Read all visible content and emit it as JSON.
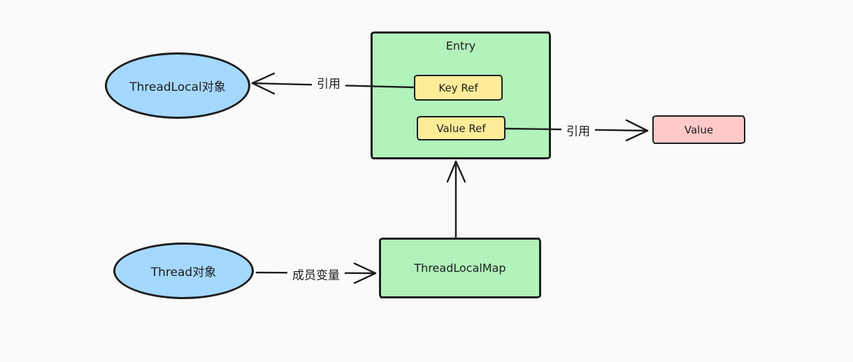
{
  "diagram": {
    "background_color": "#fafafa",
    "stroke_color": "#1e1e1e",
    "nodes": {
      "threadlocal_object": {
        "label": "ThreadLocal对象",
        "shape": "ellipse",
        "fill": "#a5d8ff"
      },
      "thread_object": {
        "label": "Thread对象",
        "shape": "ellipse",
        "fill": "#a5d8ff"
      },
      "entry": {
        "label": "Entry",
        "shape": "rectangle",
        "fill": "#b2f2bb"
      },
      "key_ref": {
        "label": "Key Ref",
        "shape": "rectangle",
        "fill": "#ffec99"
      },
      "value_ref": {
        "label": "Value Ref",
        "shape": "rectangle",
        "fill": "#ffec99"
      },
      "value": {
        "label": "Value",
        "shape": "rectangle",
        "fill": "#ffc9c9"
      },
      "threadlocalmap": {
        "label": "ThreadLocalMap",
        "shape": "rectangle",
        "fill": "#b2f2bb"
      }
    },
    "edges": [
      {
        "from": "key_ref",
        "to": "threadlocal_object",
        "label": "引用"
      },
      {
        "from": "value_ref",
        "to": "value",
        "label": "引用"
      },
      {
        "from": "threadlocalmap",
        "to": "entry",
        "label": ""
      },
      {
        "from": "thread_object",
        "to": "threadlocalmap",
        "label": "成员变量"
      }
    ]
  }
}
